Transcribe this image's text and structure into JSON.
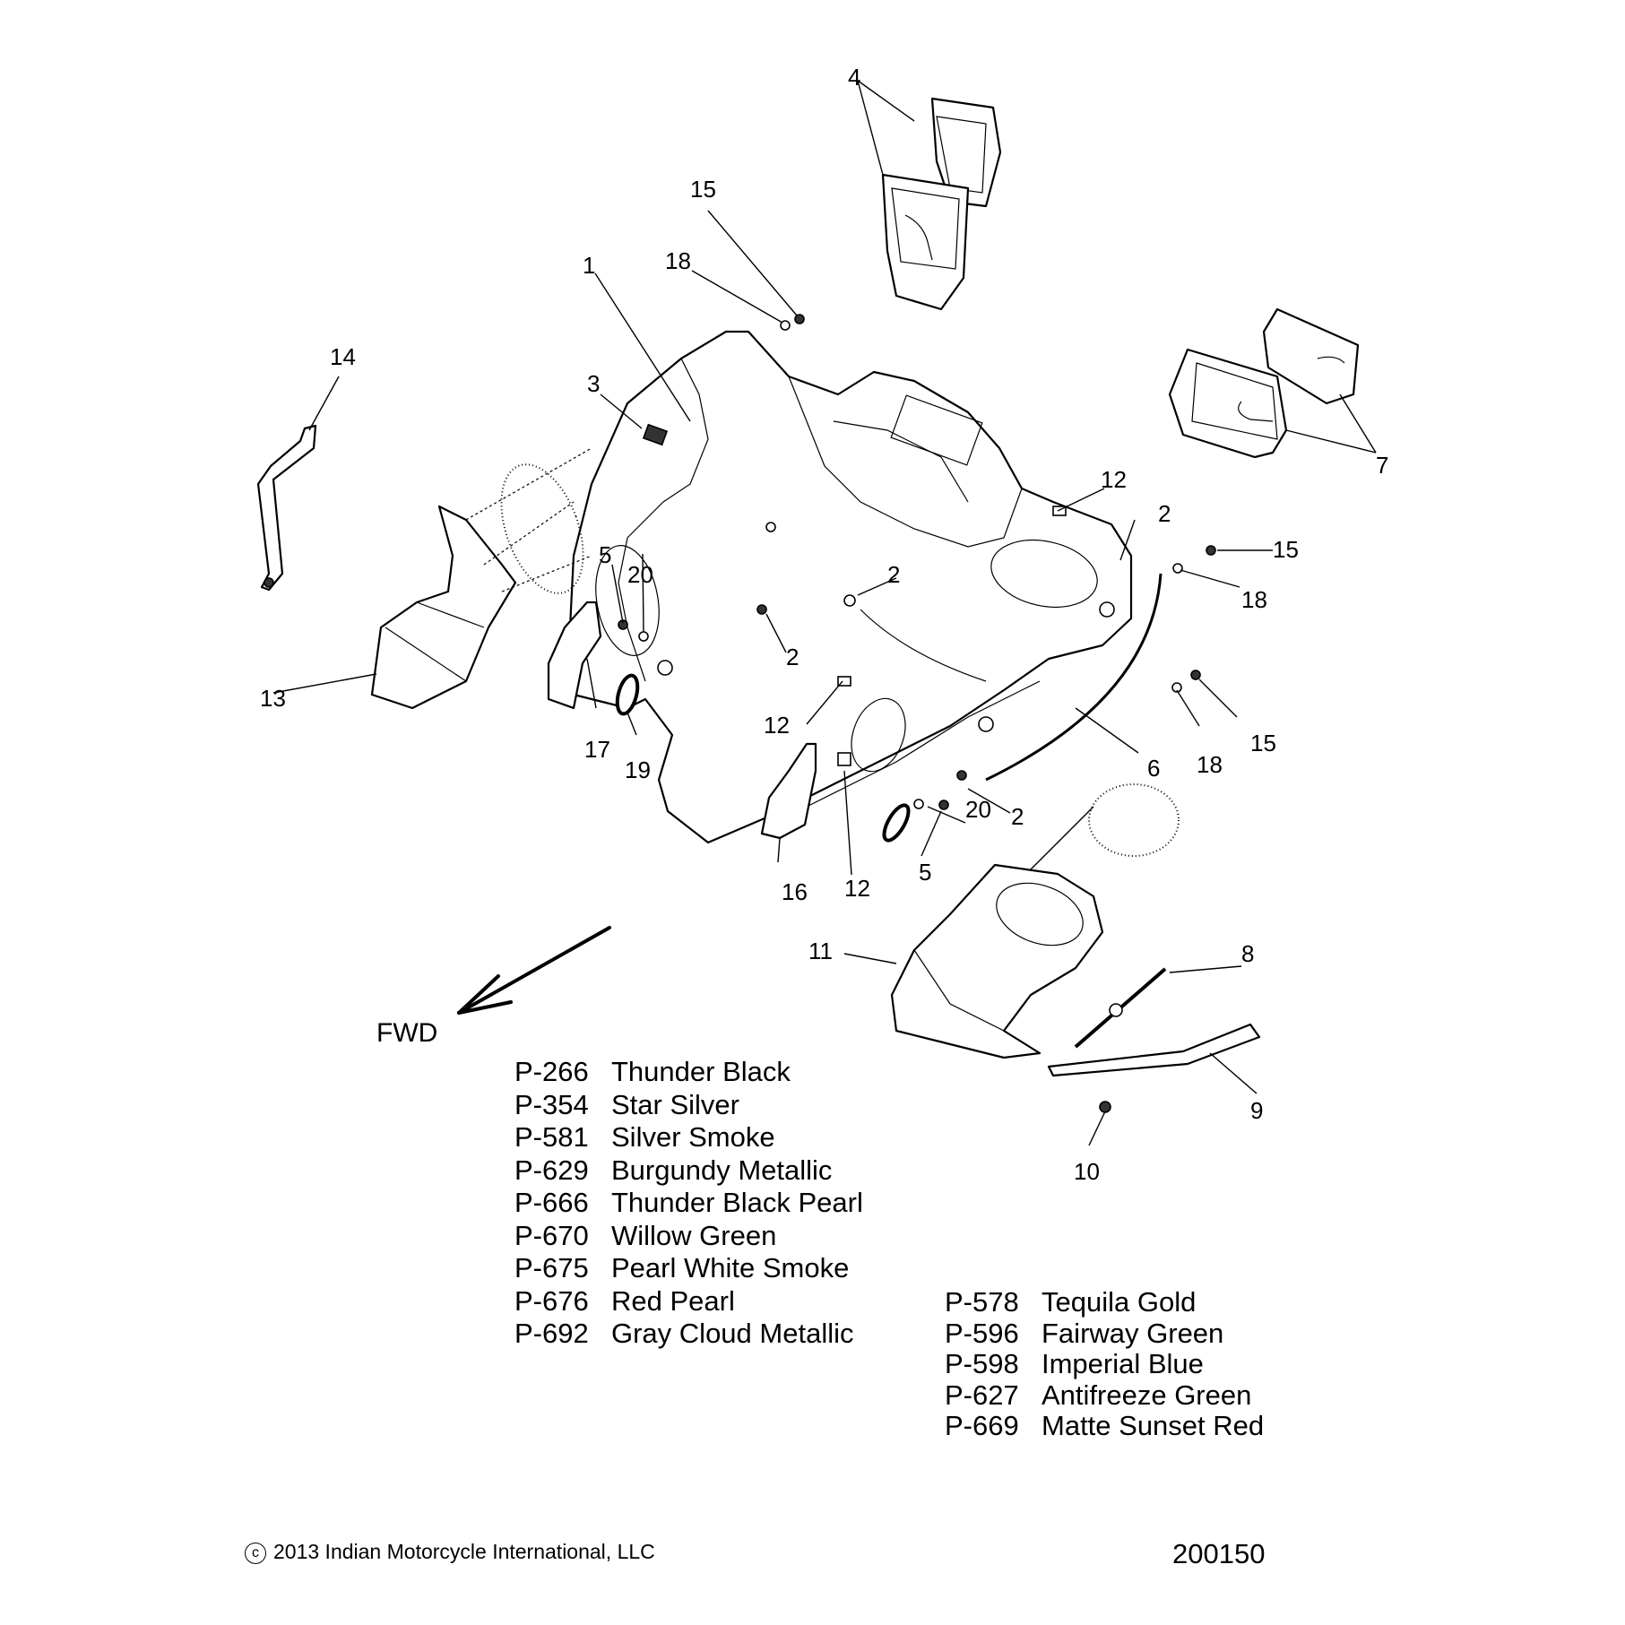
{
  "diagram": {
    "title": "Fairing / Inner Fairing Assembly - Exploded View",
    "direction_indicator": {
      "label": "FWD",
      "icon": "forward-arrow-icon"
    },
    "callouts": [
      {
        "id": "c1",
        "label": "1"
      },
      {
        "id": "c2a",
        "label": "2"
      },
      {
        "id": "c2b",
        "label": "2"
      },
      {
        "id": "c2c",
        "label": "2"
      },
      {
        "id": "c2d",
        "label": "2"
      },
      {
        "id": "c3",
        "label": "3"
      },
      {
        "id": "c4",
        "label": "4"
      },
      {
        "id": "c5a",
        "label": "5"
      },
      {
        "id": "c5b",
        "label": "5"
      },
      {
        "id": "c6",
        "label": "6"
      },
      {
        "id": "c7",
        "label": "7"
      },
      {
        "id": "c8",
        "label": "8"
      },
      {
        "id": "c9",
        "label": "9"
      },
      {
        "id": "c10",
        "label": "10"
      },
      {
        "id": "c11",
        "label": "11"
      },
      {
        "id": "c12a",
        "label": "12"
      },
      {
        "id": "c12b",
        "label": "12"
      },
      {
        "id": "c12c",
        "label": "12"
      },
      {
        "id": "c13",
        "label": "13"
      },
      {
        "id": "c14",
        "label": "14"
      },
      {
        "id": "c15a",
        "label": "15"
      },
      {
        "id": "c15b",
        "label": "15"
      },
      {
        "id": "c15c",
        "label": "15"
      },
      {
        "id": "c16",
        "label": "16"
      },
      {
        "id": "c17",
        "label": "17"
      },
      {
        "id": "c18a",
        "label": "18"
      },
      {
        "id": "c18b",
        "label": "18"
      },
      {
        "id": "c18c",
        "label": "18"
      },
      {
        "id": "c19",
        "label": "19"
      },
      {
        "id": "c20a",
        "label": "20"
      },
      {
        "id": "c20b",
        "label": "20"
      }
    ]
  },
  "paint_codes": {
    "group_a": [
      {
        "code": "P-266",
        "name": "Thunder Black"
      },
      {
        "code": "P-354",
        "name": "Star Silver"
      },
      {
        "code": "P-581",
        "name": "Silver Smoke"
      },
      {
        "code": "P-629",
        "name": "Burgundy Metallic"
      },
      {
        "code": "P-666",
        "name": "Thunder Black Pearl"
      },
      {
        "code": "P-670",
        "name": "Willow Green"
      },
      {
        "code": "P-675",
        "name": "Pearl White Smoke"
      },
      {
        "code": "P-676",
        "name": "Red Pearl"
      },
      {
        "code": "P-692",
        "name": "Gray Cloud Metallic"
      }
    ],
    "group_b": [
      {
        "code": "P-578",
        "name": "Tequila Gold"
      },
      {
        "code": "P-596",
        "name": "Fairway Green"
      },
      {
        "code": "P-598",
        "name": "Imperial Blue"
      },
      {
        "code": "P-627",
        "name": "Antifreeze Green"
      },
      {
        "code": "P-669",
        "name": "Matte Sunset Red"
      }
    ]
  },
  "footer": {
    "copyright_symbol": "c",
    "copyright": "2013 Indian Motorcycle International, LLC",
    "figure_number": "200150"
  }
}
